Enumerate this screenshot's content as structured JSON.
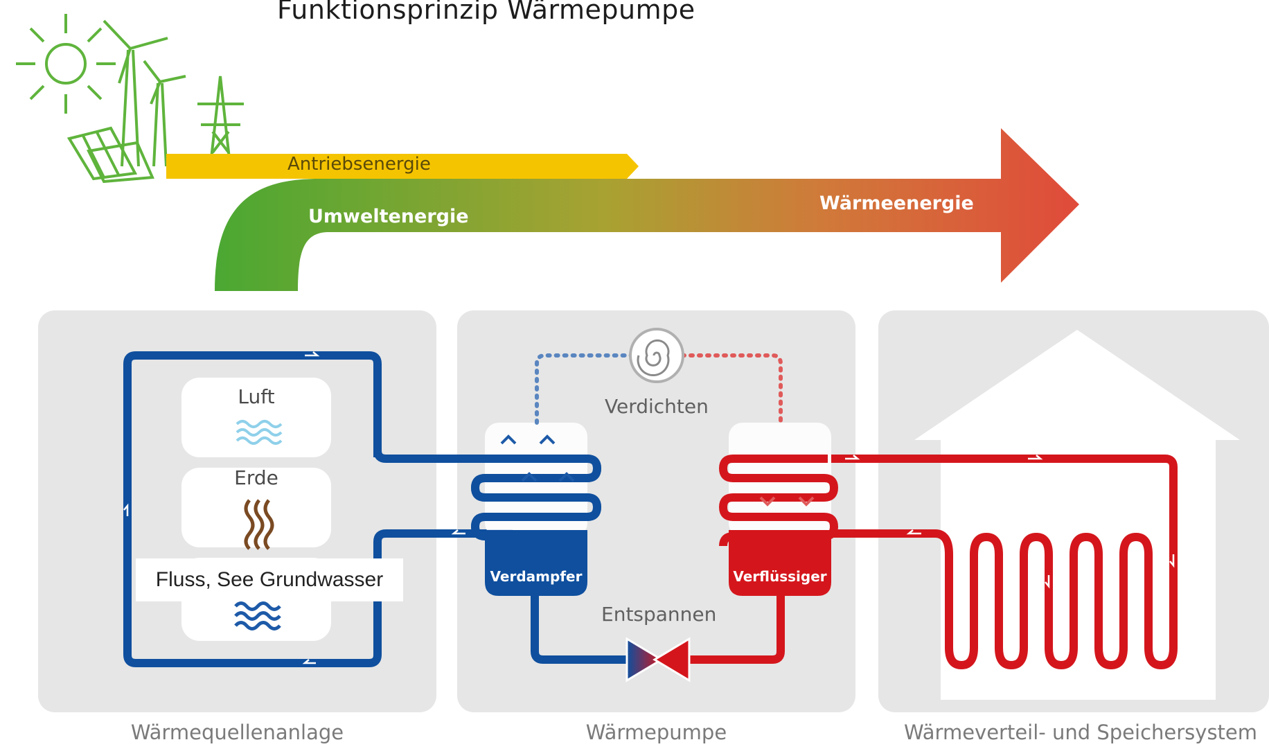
{
  "title": "Funktionsprinzip Wärmepumpe",
  "flows": {
    "drive": "Antriebsenergie",
    "environment": "Umweltenergie",
    "heat": "Wärmeenergie"
  },
  "sources": {
    "air": "Luft",
    "earth": "Erde",
    "water": "Fluss, See Grundwasser"
  },
  "process": {
    "compress": "Verdichten",
    "expand": "Entspannen",
    "evaporator": "Verdampfer",
    "condenser": "Verflüssiger"
  },
  "captions": {
    "source_system": "Wärmequellenanlage",
    "heat_pump": "Wärmepumpe",
    "distribution": "Wärmeverteil- und Speichersystem"
  },
  "colors": {
    "energy_green": "#4aa832",
    "energy_yellow": "#f5c400",
    "energy_red": "#e04a3a",
    "cold_blue": "#0f4f9e",
    "warm_red": "#d4161c",
    "panel_gray": "#e6e6e6"
  },
  "icons": [
    "sun-icon",
    "wind-turbine-icon",
    "solar-panel-icon",
    "power-pylon-icon",
    "air-waves-icon",
    "earth-heat-icon",
    "water-waves-icon",
    "compressor-icon",
    "expansion-valve-icon",
    "house-icon"
  ]
}
